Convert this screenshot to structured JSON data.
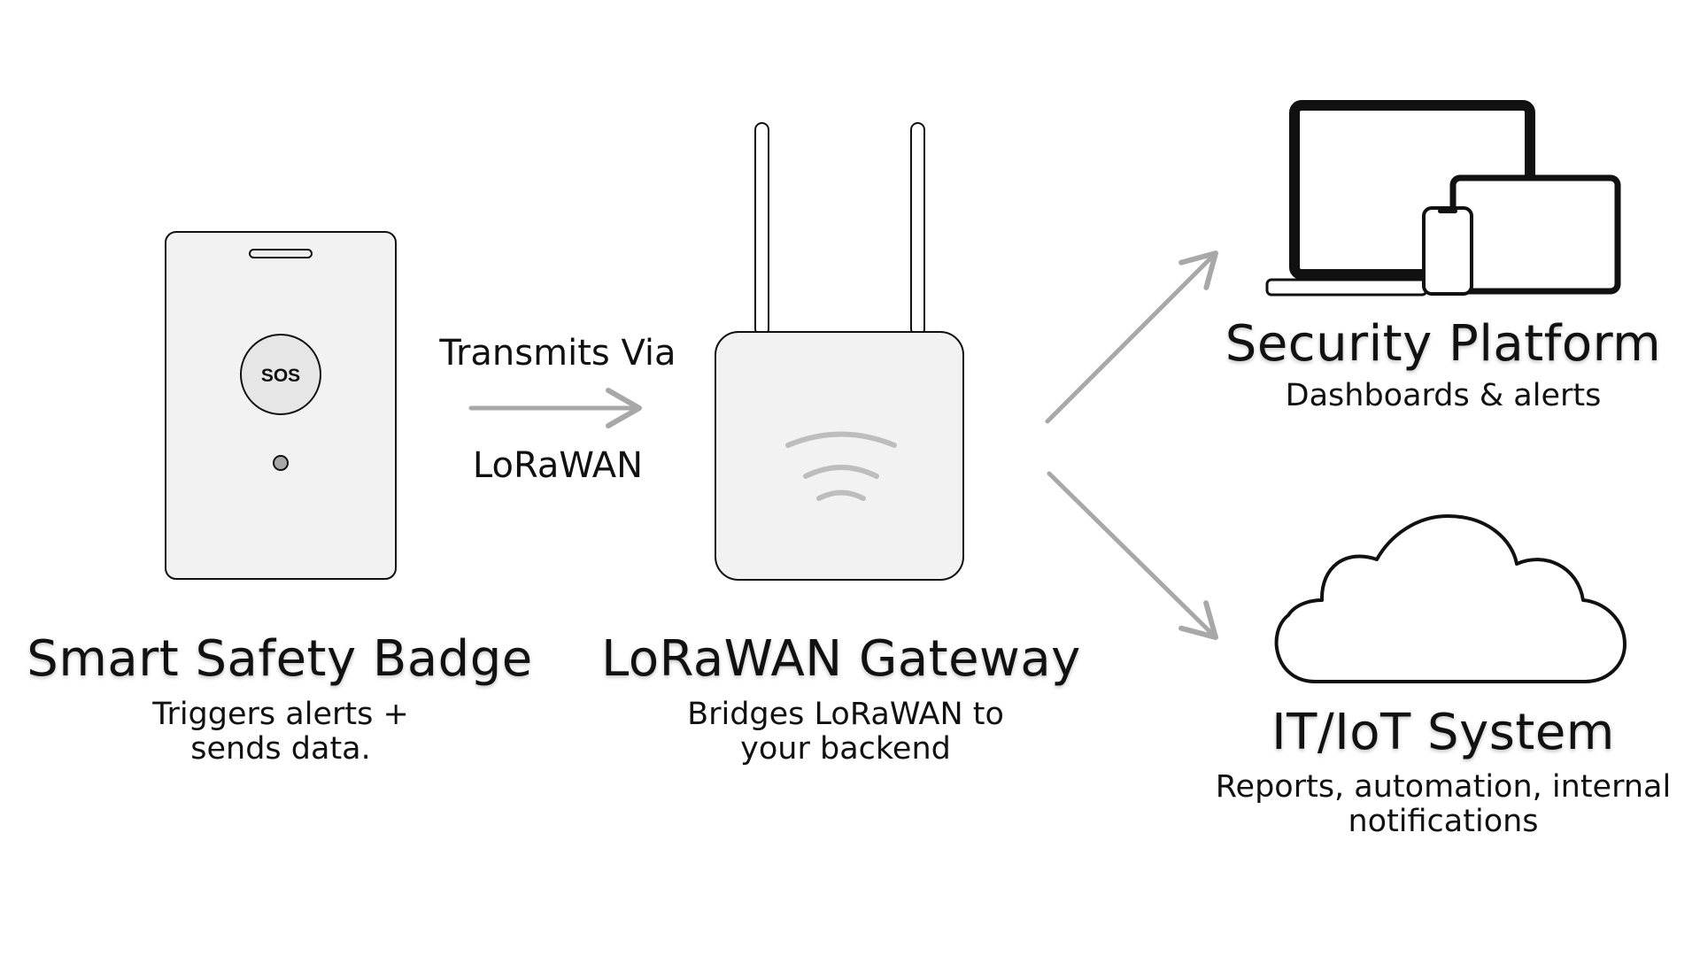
{
  "colors": {
    "background": "#ffffff",
    "outline": "#111111",
    "device_fill": "#f2f2f2",
    "button_fill": "#e6e6e6",
    "arrow": "#a8a8a8",
    "wifi": "#bdbdbd"
  },
  "badge": {
    "button_label": "SOS",
    "title": "Smart Safety Badge",
    "subtitle": "Triggers alerts + sends data.",
    "icon": "badge-icon"
  },
  "link": {
    "top_label": "Transmits Via",
    "bottom_label": "LoRaWAN"
  },
  "gateway": {
    "title": "LoRaWAN Gateway",
    "subtitle": "Bridges LoRaWAN to your backend",
    "icon": "gateway-icon"
  },
  "security_platform": {
    "title": "Security Platform",
    "subtitle": "Dashboards & alerts",
    "icon": "devices-icon"
  },
  "iot_system": {
    "title": "IT/IoT System",
    "subtitle": "Reports, automation, internal notifications",
    "icon": "cloud-icon"
  }
}
